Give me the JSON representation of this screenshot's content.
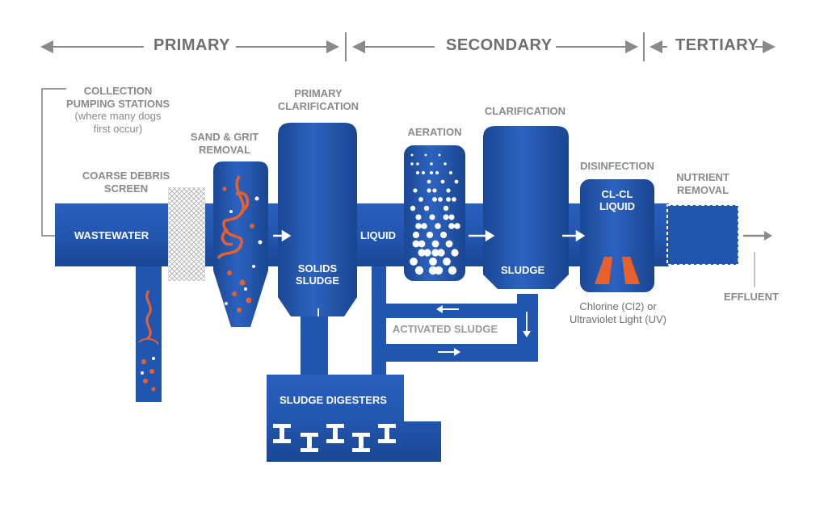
{
  "colors": {
    "pipe": "#1f4ea3",
    "pipe_light": "#2c62bf",
    "accent": "#e8602c",
    "text_gray": "#8a8a8a",
    "white": "#ffffff"
  },
  "stages": {
    "primary": "PRIMARY",
    "secondary": "SECONDARY",
    "tertiary": "TERTIARY"
  },
  "labels": {
    "collection": "COLLECTION",
    "pumping": "PUMPING STATIONS",
    "where": "(where many dogs",
    "first_occur": "first occur)",
    "coarse1": "COARSE DEBRIS",
    "coarse2": "SCREEN",
    "sand1": "SAND & GRIT",
    "sand2": "REMOVAL",
    "primary_clar1": "PRIMARY",
    "primary_clar2": "CLARIFICATION",
    "aeration": "AERATION",
    "clarification": "CLARIFICATION",
    "disinfection": "DISINFECTION",
    "nutrient1": "NUTRIENT",
    "nutrient2": "REMOVAL",
    "effluent": "EFFLUENT",
    "chlorine1": "Chlorine (Cl2) or",
    "chlorine2": "Ultraviolet Light (UV)",
    "activated": "ACTIVATED SLUDGE"
  },
  "inner_labels": {
    "wastewater": "WASTEWATER",
    "solids1": "SOLIDS",
    "solids2": "SLUDGE",
    "liquid": "LIQUID",
    "sludge": "SLUDGE",
    "clcl1": "Cl-Cl",
    "clcl2": "LIQUID",
    "digesters": "SLUDGE DIGESTERS"
  }
}
